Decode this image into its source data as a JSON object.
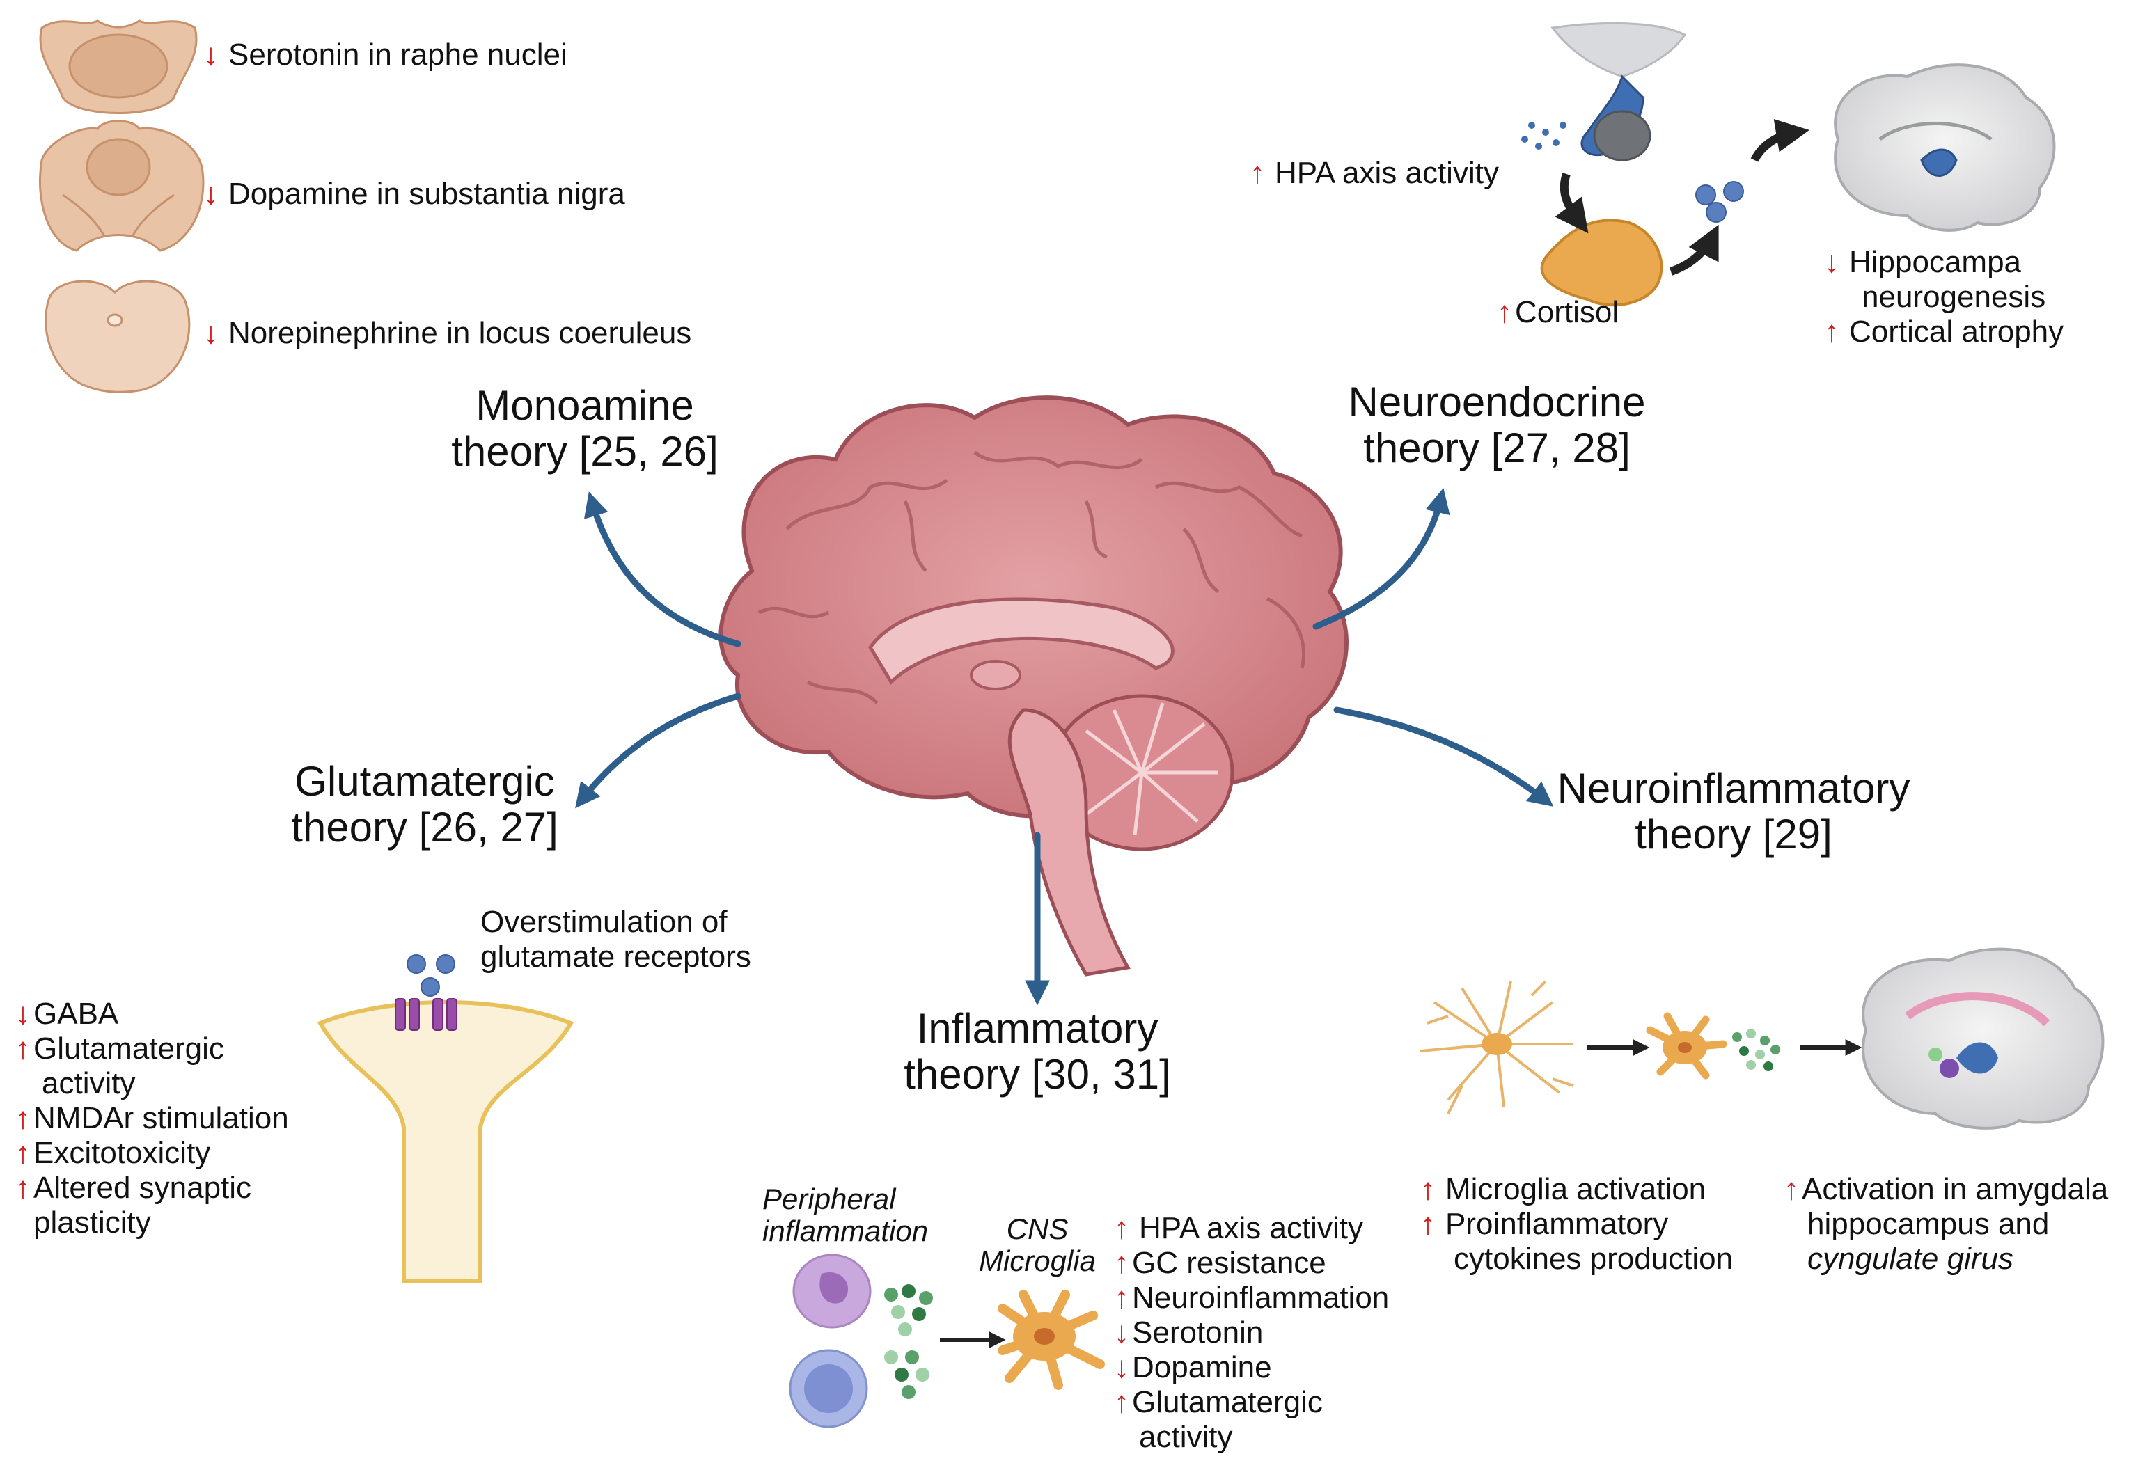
{
  "center": {
    "theories": {
      "monoamine": [
        "Monoamine",
        "theory [25, 26]"
      ],
      "neuroendocrine": [
        "Neuroendocrine",
        "theory [27, 28]"
      ],
      "glutamatergic": [
        "Glutamatergic",
        "theory [26, 27]"
      ],
      "neuroinflammatory": [
        "Neuroinflammatory",
        "theory [29]"
      ],
      "inflammatory": [
        "Inflammatory",
        "theory [30, 31]"
      ]
    }
  },
  "monoamine": {
    "items": [
      {
        "arrow": "↓",
        "text": "Serotonin in raphe nuclei"
      },
      {
        "arrow": "↓",
        "text": "Dopamine in substantia nigra"
      },
      {
        "arrow": "↓",
        "text": "Norepinephrine in locus coeruleus"
      }
    ]
  },
  "neuroendocrine": {
    "hpa": {
      "arrow": "↑",
      "text": "HPA axis activity"
    },
    "cortisol": {
      "arrow": "↑",
      "text": "Cortisol"
    },
    "outcome": [
      {
        "arrow": "↓",
        "text": "Hippocampa"
      },
      {
        "arrow": "",
        "text": "neurogenesis"
      },
      {
        "arrow": "↑",
        "text": "Cortical atrophy"
      }
    ]
  },
  "glutamatergic": {
    "caption": [
      "Overstimulation of",
      "glutamate receptors"
    ],
    "items": [
      {
        "arrow": "↓",
        "text": "GABA"
      },
      {
        "arrow": "↑",
        "text": "Glutamatergic"
      },
      {
        "arrow": "",
        "text": "activity"
      },
      {
        "arrow": "↑",
        "text": "NMDAr stimulation"
      },
      {
        "arrow": "↑",
        "text": "Excitotoxicity"
      },
      {
        "arrow": "↑",
        "text": "Altered synaptic"
      },
      {
        "arrow": "",
        "text": "plasticity"
      }
    ]
  },
  "inflammatory": {
    "peripheral_label": [
      "Peripheral",
      "inflammation"
    ],
    "cns_label": [
      "CNS",
      "Microglia"
    ],
    "items": [
      {
        "arrow": "↑",
        "text": "HPA axis activity"
      },
      {
        "arrow": "↑",
        "text": "GC resistance"
      },
      {
        "arrow": "↑",
        "text": "Neuroinflammation"
      },
      {
        "arrow": "↓",
        "text": "Serotonin"
      },
      {
        "arrow": "↓",
        "text": "Dopamine"
      },
      {
        "arrow": "↑",
        "text": "Glutamatergic"
      },
      {
        "arrow": "",
        "text": "activity"
      }
    ]
  },
  "neuroinflammatory": {
    "left_items": [
      {
        "arrow": "↑",
        "text": "Microglia activation"
      },
      {
        "arrow": "↑",
        "text": "Proinflammatory"
      },
      {
        "arrow": "",
        "text": "cytokines production"
      }
    ],
    "right_items": [
      {
        "arrow": "↑",
        "text": "Activation in amygdala"
      },
      {
        "arrow": "",
        "text": "hippocampus and"
      },
      {
        "arrow": "",
        "text": "cyngulate girus"
      }
    ]
  },
  "colors": {
    "arrow_blue": "#2e5e8c",
    "brain_pink": "#d4848a",
    "decrease_increase_arrow": "#d01c1c",
    "brainstem_tan": "#e8c3a6",
    "adrenal_orange": "#eba94f",
    "dendrite_cream": "#fbf1d8",
    "receptor_purple": "#9a4da8"
  }
}
